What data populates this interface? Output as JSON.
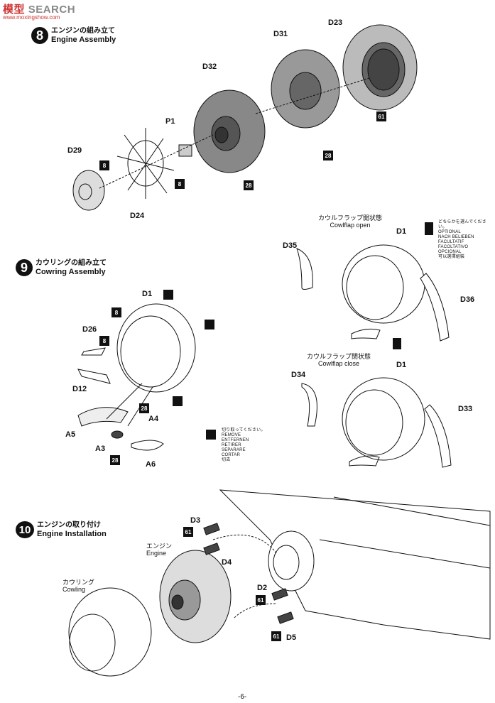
{
  "watermark": {
    "cn": "模型",
    "en": "SEARCH",
    "sub": "www.moxingshow.com"
  },
  "steps": [
    {
      "num": "8",
      "jp": "エンジンの組み立て",
      "en": "Engine Assembly"
    },
    {
      "num": "9",
      "jp": "カウリングの組み立て",
      "en": "Cowring Assembly"
    },
    {
      "num": "10",
      "jp": "エンジンの取り付け",
      "en": "Engine Installation"
    }
  ],
  "parts": {
    "d23": "D23",
    "d31": "D31",
    "d32": "D32",
    "p1": "P1",
    "d29": "D29",
    "d24": "D24",
    "d35": "D35",
    "d1a": "D1",
    "d36": "D36",
    "d34": "D34",
    "d1b": "D1",
    "d33": "D33",
    "d1c": "D1",
    "d26": "D26",
    "d12": "D12",
    "a5": "A5",
    "a4": "A4",
    "a3": "A3",
    "a6": "A6",
    "d3": "D3",
    "d4": "D4",
    "d2": "D2",
    "d5": "D5"
  },
  "badges": {
    "b61a": "61",
    "b28a": "28",
    "b28b": "28",
    "b8a": "8",
    "b8b": "8",
    "b8c": "8",
    "b8d": "8",
    "b28c": "28",
    "b28d": "28",
    "b61b": "61",
    "b61c": "61",
    "b61d": "61"
  },
  "cowlflap": {
    "open_jp": "カウルフラップ開状態",
    "open_en": "Cowlflap open",
    "close_jp": "カウルフラップ閉状態",
    "close_en": "Cowlflap close"
  },
  "optional_legend": [
    "どちらかを選んでください。",
    "OPTIONAL",
    "NACH BELIEBEN",
    "FACULTATIF",
    "FACOLTATIVO",
    "OPCIONAL",
    "可以選擇組裝"
  ],
  "remove_legend": [
    "切り取ってください。",
    "REMOVE",
    "ENTFERNEN",
    "RETIRER",
    "SEPARARE",
    "CORTAR",
    "切去"
  ],
  "engine_label": {
    "jp": "エンジン",
    "en": "Engine"
  },
  "cowling_label": {
    "jp": "カウリング",
    "en": "Cowling"
  },
  "page_number": "-6-"
}
